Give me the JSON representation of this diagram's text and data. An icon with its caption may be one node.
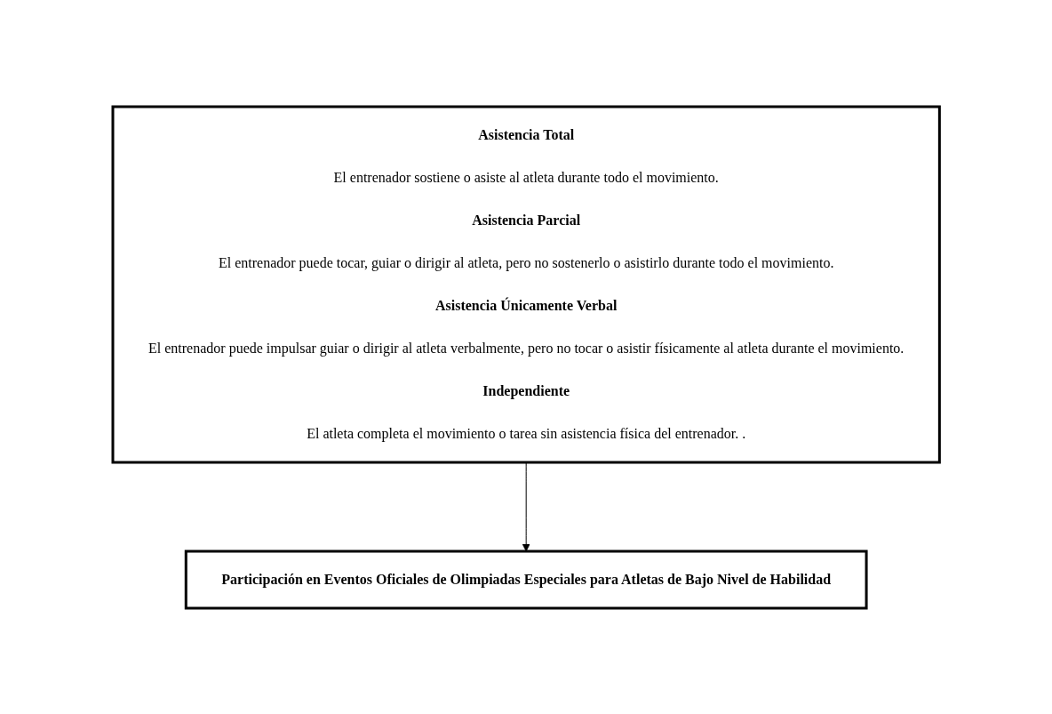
{
  "diagram": {
    "nodes": [
      {
        "text": [
          "Asistencia Total",
          "El entrenador sostiene o asiste al atleta durante todo el movimiento.",
          "Asistencia Parcial",
          "El entrenador puede tocar, guiar o dirigir al atleta, pero no sostenerlo o asistirlo durante todo el movimiento.",
          "Asistencia Únicamente Verbal",
          "El entrenador puede impulsar guiar o dirigir al atleta verbalmente, pero no tocar o asistir físicamente al atleta durante el movimiento.",
          "Independiente",
          "El atleta completa el movimiento o tarea sin asistencia física del entrenador. ."
        ]
      },
      {
        "text": [
          "Participación en Eventos Oficiales de Olimpiadas Especiales para Atletas de Bajo Nivel de Habilidad"
        ]
      }
    ],
    "edges": [
      {
        "from": 0,
        "to": 1,
        "arrow": "to"
      }
    ]
  }
}
